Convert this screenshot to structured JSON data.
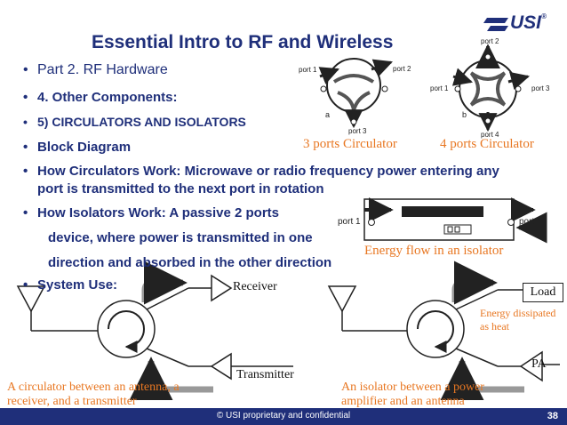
{
  "title": "Essential Intro to RF and Wireless",
  "logo": {
    "text": "USI",
    "registered": "®"
  },
  "bullets": [
    "Part 2. RF Hardware",
    "4. Other Components:",
    "5) CIRCULATORS AND ISOLATORS",
    "Block Diagram",
    "How Circulators Work: Microwave or radio frequency power entering any",
    "How Isolators Work: A passive 2 ports",
    "System Use:"
  ],
  "continuations": {
    "circulators": "port is transmitted to the next port in rotation",
    "isolators_1": "device, where power is transmitted in one",
    "isolators_2": "direction and absorbed in the other direction"
  },
  "fig_circ3": {
    "port1": "port 1",
    "port2": "port 2",
    "port3": "port 3",
    "letter": "a",
    "caption": "3 ports Circulator"
  },
  "fig_circ4": {
    "port1": "port 1",
    "port2": "port 2",
    "port3": "port 3",
    "port4": "port 4",
    "letter": "b",
    "caption": "4 ports Circulator"
  },
  "fig_isolator": {
    "port1": "port 1",
    "port2": "port 2",
    "caption": "Energy flow in an isolator"
  },
  "sys_left": {
    "receiver": "Receiver",
    "transmitter": "Transmitter",
    "caption_1": "A circulator between an antenna, a",
    "caption_2": "receiver, and a transmitter"
  },
  "sys_right": {
    "load": "Load",
    "energy_1": "Energy dissipated",
    "energy_2": "as heat",
    "pa": "PA",
    "caption_1": "An isolator between a power",
    "caption_2": "amplifier and an antenna"
  },
  "footer": {
    "text": "© USI proprietary and confidential",
    "page": "38"
  },
  "colors": {
    "title": "#1f2f7a",
    "accent": "#e87722",
    "footer": "#1f2f7a"
  }
}
